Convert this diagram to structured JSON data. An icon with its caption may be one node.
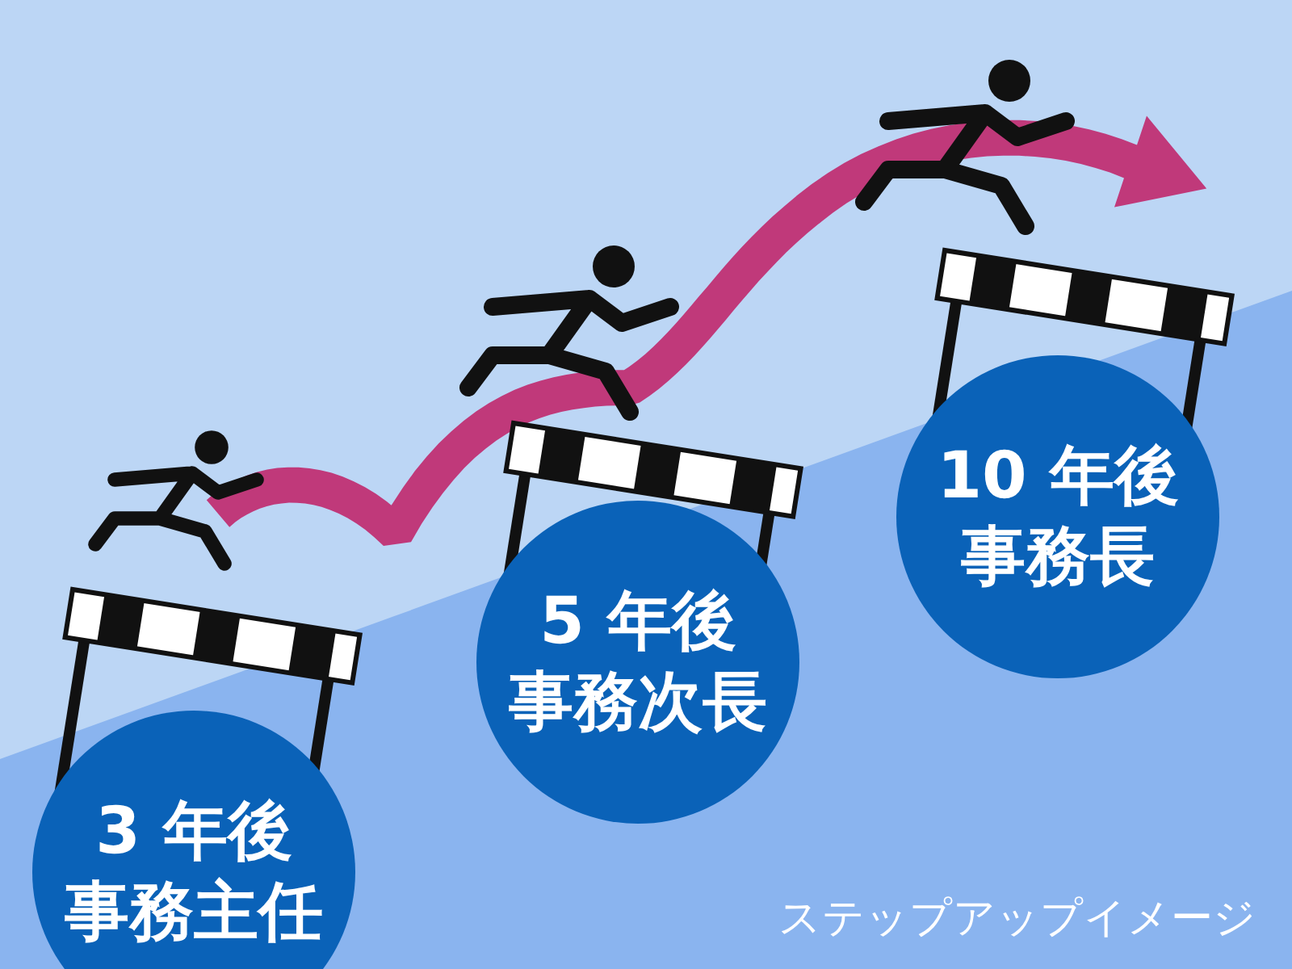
{
  "diagram": {
    "nodes": [
      {
        "text": [
          "3 年後",
          "事務主任"
        ]
      },
      {
        "text": [
          "5 年後",
          "事務次長"
        ]
      },
      {
        "text": [
          "10 年後",
          "事務長"
        ]
      }
    ],
    "labels": [
      "ステップアップイメージ"
    ]
  }
}
